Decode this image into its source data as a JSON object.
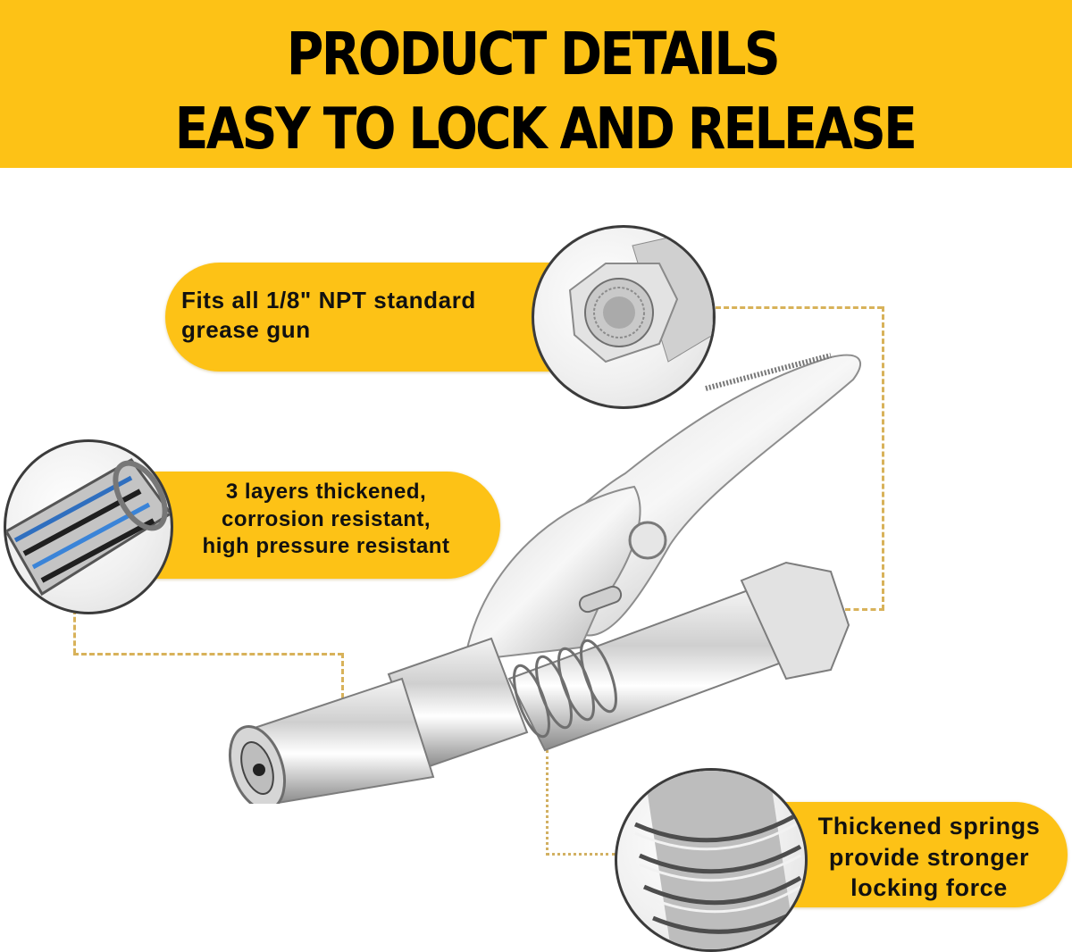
{
  "banner": {
    "title": "PRODUCT DETAILS",
    "subtitle": "EASY TO LOCK AND RELEASE",
    "background_color": "#fdc216"
  },
  "product": {
    "name": "grease gun coupler",
    "image_alt": "stainless steel quick-lock grease coupler with lever handle"
  },
  "callouts": [
    {
      "id": "npt-fitting",
      "lines": [
        "Fits all 1/8\" NPT standard",
        "grease gun"
      ],
      "detail_image": "hex-threaded-fitting"
    },
    {
      "id": "layers",
      "lines": [
        "3 layers thickened,",
        "corrosion resistant,",
        "high pressure resistant"
      ],
      "detail_image": "coupler-cross-section"
    },
    {
      "id": "springs",
      "lines": [
        "Thickened springs",
        "provide stronger",
        "locking force"
      ],
      "detail_image": "spring-closeup"
    }
  ],
  "colors": {
    "accent": "#fdc216",
    "connector": "#d8b25a",
    "text": "#111111",
    "circle_border": "#3b3b3b"
  }
}
